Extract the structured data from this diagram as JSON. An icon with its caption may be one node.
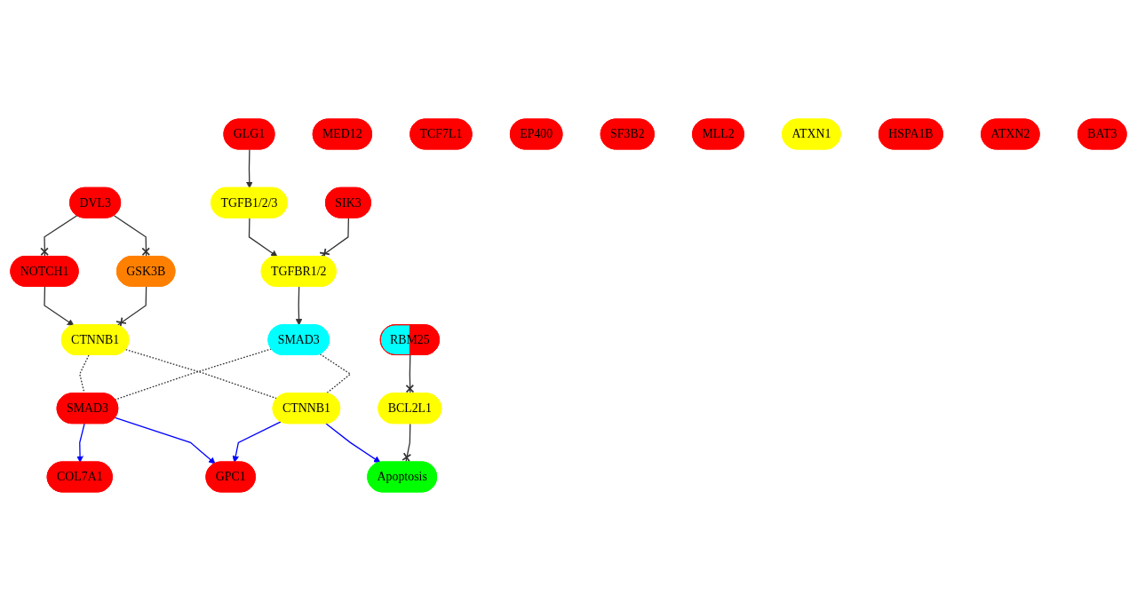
{
  "diagram": {
    "nodes": [
      {
        "text": [
          "GLG1"
        ]
      },
      {
        "text": [
          "TGFB1/2/3"
        ]
      },
      {
        "text": [
          "TGFBR1/2"
        ]
      },
      {
        "text": [
          "SIK3"
        ]
      },
      {
        "text": [
          "SMAD3"
        ]
      },
      {
        "text": [
          "NOTCH1"
        ]
      },
      {
        "text": [
          "DVL3"
        ]
      },
      {
        "text": [
          "GSK3B"
        ]
      },
      {
        "text": [
          "CTNNB1"
        ]
      },
      {
        "text": [
          "MED12"
        ]
      },
      {
        "text": [
          "TCF7L1"
        ]
      },
      {
        "text": [
          "CTNNB1"
        ]
      },
      {
        "text": [
          "EP400"
        ]
      },
      {
        "text": [
          "SF3B2"
        ]
      },
      {
        "text": [
          "SMAD3"
        ]
      },
      {
        "text": [
          "RBM25"
        ]
      },
      {
        "text": [
          "MLL2"
        ]
      },
      {
        "text": [
          "BCL2L1"
        ]
      },
      {
        "text": [
          "ATXN1"
        ]
      },
      {
        "text": [
          "HSPA1B"
        ]
      },
      {
        "text": [
          "GPC1"
        ]
      },
      {
        "text": [
          "ATXN2"
        ]
      },
      {
        "text": [
          "Apoptosis"
        ]
      },
      {
        "text": [
          "BAT3"
        ]
      },
      {
        "text": [
          "COL7A1"
        ]
      }
    ],
    "edges": [
      {
        "from": 0,
        "to": 1,
        "arrow": "to"
      },
      {
        "from": 1,
        "to": 2,
        "arrow": "to"
      },
      {
        "from": 3,
        "to": 2,
        "arrow": "other"
      },
      {
        "from": 2,
        "to": 4,
        "arrow": "to"
      },
      {
        "from": 5,
        "to": 8,
        "arrow": "to"
      },
      {
        "from": 6,
        "to": 5,
        "arrow": "other"
      },
      {
        "from": 6,
        "to": 7,
        "arrow": "other"
      },
      {
        "from": 7,
        "to": 8,
        "arrow": "other"
      },
      {
        "from": 8,
        "to": 11,
        "arrow": "none",
        "style": "dashed"
      },
      {
        "from": 8,
        "to": 14,
        "arrow": "none",
        "style": "dashed"
      },
      {
        "from": 4,
        "to": 11,
        "arrow": "none",
        "style": "dashed"
      },
      {
        "from": 4,
        "to": 14,
        "arrow": "none",
        "style": "dashed"
      },
      {
        "from": 14,
        "to": 24,
        "arrow": "to",
        "color": "#0000ff"
      },
      {
        "from": 14,
        "to": 20,
        "arrow": "to",
        "color": "#0000ff"
      },
      {
        "from": 11,
        "to": 20,
        "arrow": "to",
        "color": "#0000ff"
      },
      {
        "from": 11,
        "to": 22,
        "arrow": "to",
        "color": "#0000ff"
      },
      {
        "from": 15,
        "to": 17,
        "arrow": "other"
      },
      {
        "from": 17,
        "to": 22,
        "arrow": "other"
      }
    ]
  }
}
